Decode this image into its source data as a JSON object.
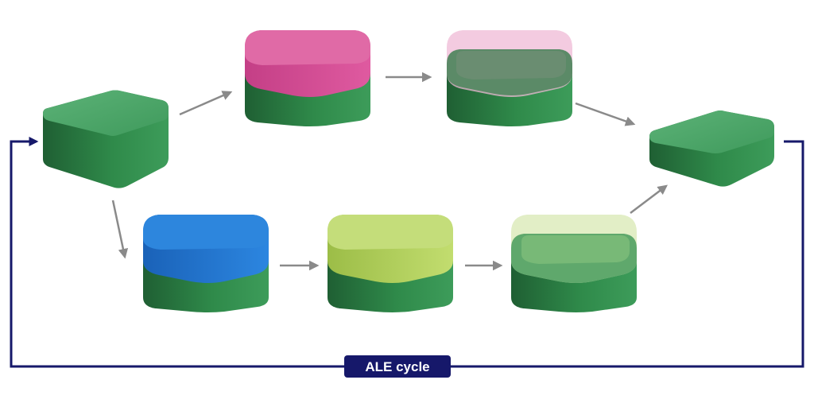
{
  "cycle": {
    "label": "ALE cycle",
    "color": "#16186a"
  },
  "blocks": [
    {
      "id": "substrate-start",
      "top_color": null,
      "top_style": "none"
    },
    {
      "id": "precursor-a-dose",
      "top_color": "#d2498f",
      "top_style": "solid"
    },
    {
      "id": "precursor-a-purge",
      "top_color": "#efbad6",
      "top_style": "faded"
    },
    {
      "id": "substrate-end",
      "top_color": null,
      "top_style": "none"
    },
    {
      "id": "precursor-b-dose",
      "top_color": "#1f78d6",
      "top_style": "solid"
    },
    {
      "id": "precursor-c-dose",
      "top_color": "#b4d35e",
      "top_style": "solid"
    },
    {
      "id": "precursor-c-purge",
      "top_color": "#dbeab8",
      "top_style": "faded"
    }
  ],
  "colors": {
    "substrate_green": "#3f9a5c",
    "substrate_dark": "#25703d",
    "arrow_gray": "#8a8a8a"
  }
}
